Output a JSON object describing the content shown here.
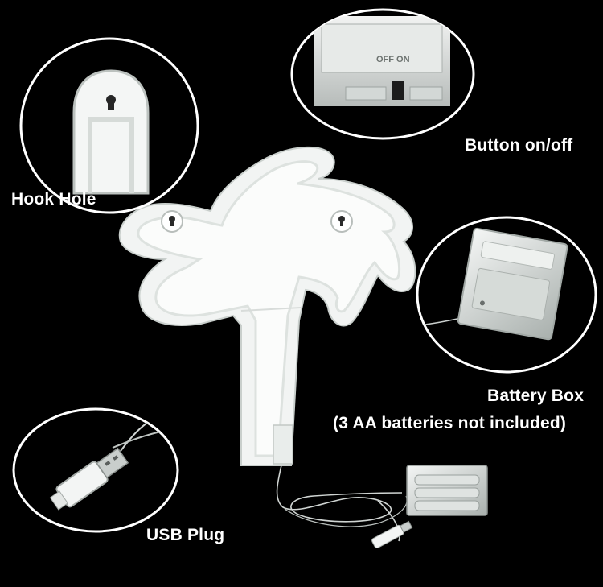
{
  "product": "palm-tree-neon-sign",
  "callouts": {
    "hook_hole": {
      "label": "Hook Hole",
      "icon": "hook-hole-icon"
    },
    "button": {
      "label": "Button on/off",
      "switch_text": "OFF  ON",
      "icon": "switch-icon"
    },
    "battery_box": {
      "label_line1": "Battery Box",
      "label_line2": "(3 AA batteries not included)",
      "icon": "battery-box-icon"
    },
    "usb_plug": {
      "label": "USB Plug",
      "icon": "usb-plug-icon"
    }
  },
  "colors": {
    "background": "#000000",
    "neon_body": "#eef0ee",
    "neon_edge": "#c9cfcc",
    "callout_ring": "#ffffff",
    "label_text": "#ffffff"
  }
}
